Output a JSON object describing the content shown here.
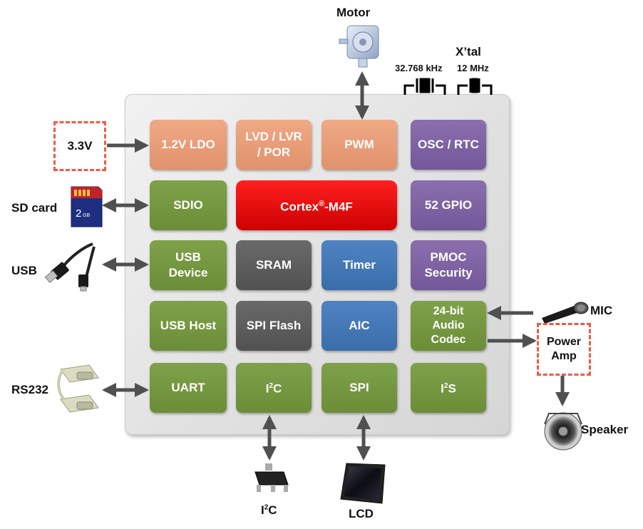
{
  "blocks": {
    "ldo": "1.2V LDO",
    "lvd": "LVD / LVR\n/ POR",
    "pwm": "PWM",
    "osc": "OSC / RTC",
    "sdio": "SDIO",
    "cortex_name": "Cortex",
    "cortex_reg": "®",
    "cortex_suffix": "-M4F",
    "gpio": "52 GPIO",
    "usb_device": "USB\nDevice",
    "sram": "SRAM",
    "timer": "Timer",
    "pmoc": "PMOC\nSecurity",
    "usb_host": "USB Host",
    "spi_flash": "SPI Flash",
    "aic": "AIC",
    "codec": "24-bit\nAudio\nCodec",
    "uart": "UART",
    "i2c_base": "I",
    "i2c_sup": "2",
    "i2c_end": "C",
    "spi": "SPI",
    "i2s_base": "I",
    "i2s_sup": "2",
    "i2s_end": "S"
  },
  "external": {
    "motor": "Motor",
    "xtal": "X’tal",
    "freq_32k": "32.768 kHz",
    "freq_12m": "12 MHz",
    "power_in": "3.3V",
    "sd_card": "SD card",
    "sd_capacity": "2",
    "sd_unit": "GB",
    "usb": "USB",
    "rs232": "RS232",
    "mic": "MIC",
    "power_amp": "Power\nAmp",
    "speaker": "Speaker",
    "i2c_base": "I",
    "i2c_sup": "2",
    "i2c_end": "C",
    "lcd": "LCD"
  },
  "colors": {
    "orange": "#e8a07a",
    "green": "#76963f",
    "dark_gray": "#5c5c5c",
    "blue": "#4578b8",
    "purple": "#7e64a3",
    "red": "#ee0000",
    "dashed_border": "#ee5a45",
    "arrow": "#505050"
  }
}
